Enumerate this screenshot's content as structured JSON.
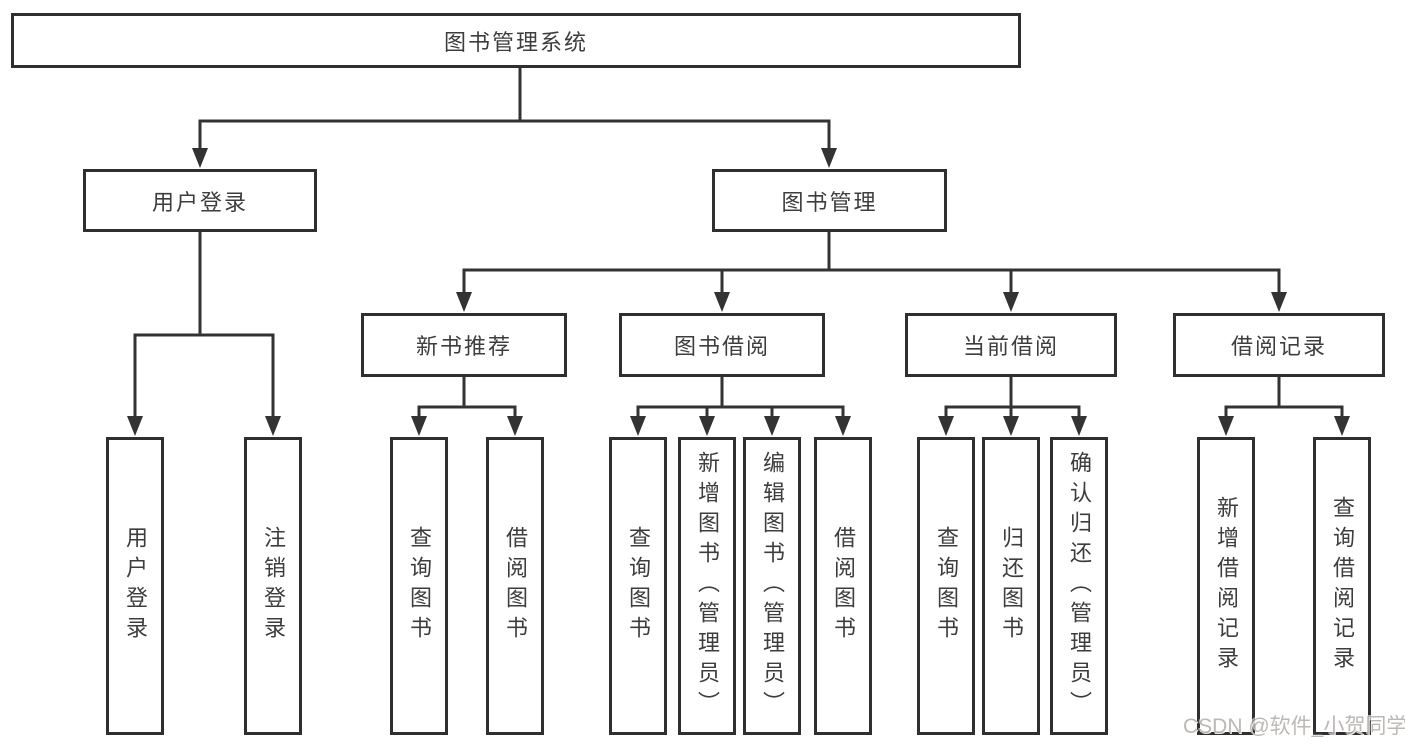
{
  "diagram": {
    "title": "图书管理系统",
    "root": {
      "label": "图书管理系统"
    },
    "level2": [
      {
        "label": "用户登录",
        "parent": "图书管理系统"
      },
      {
        "label": "图书管理",
        "parent": "图书管理系统"
      }
    ],
    "level3": [
      {
        "label": "新书推荐",
        "parent": "图书管理"
      },
      {
        "label": "图书借阅",
        "parent": "图书管理"
      },
      {
        "label": "当前借阅",
        "parent": "图书管理"
      },
      {
        "label": "借阅记录",
        "parent": "图书管理"
      }
    ],
    "leaves": [
      {
        "label": "用户登录",
        "parent": "用户登录"
      },
      {
        "label": "注销登录",
        "parent": "用户登录"
      },
      {
        "label": "查询图书",
        "parent": "新书推荐"
      },
      {
        "label": "借阅图书",
        "parent": "新书推荐"
      },
      {
        "label": "查询图书",
        "parent": "图书借阅"
      },
      {
        "label": "新增图书（管理员）",
        "parent": "图书借阅"
      },
      {
        "label": "编辑图书（管理员）",
        "parent": "图书借阅"
      },
      {
        "label": "借阅图书",
        "parent": "图书借阅"
      },
      {
        "label": "查询图书",
        "parent": "当前借阅"
      },
      {
        "label": "归还图书",
        "parent": "当前借阅"
      },
      {
        "label": "确认归还（管理员）",
        "parent": "当前借阅"
      },
      {
        "label": "新增借阅记录",
        "parent": "借阅记录"
      },
      {
        "label": "查询借阅记录",
        "parent": "借阅记录"
      }
    ],
    "colors": {
      "line": "#333333",
      "box_border": "#2f2f2f",
      "box_fill": "#ffffff",
      "text": "#3d3d3d",
      "watermark": "#b2aaa8"
    },
    "watermark": "CSDN @软件_小贺同学"
  }
}
